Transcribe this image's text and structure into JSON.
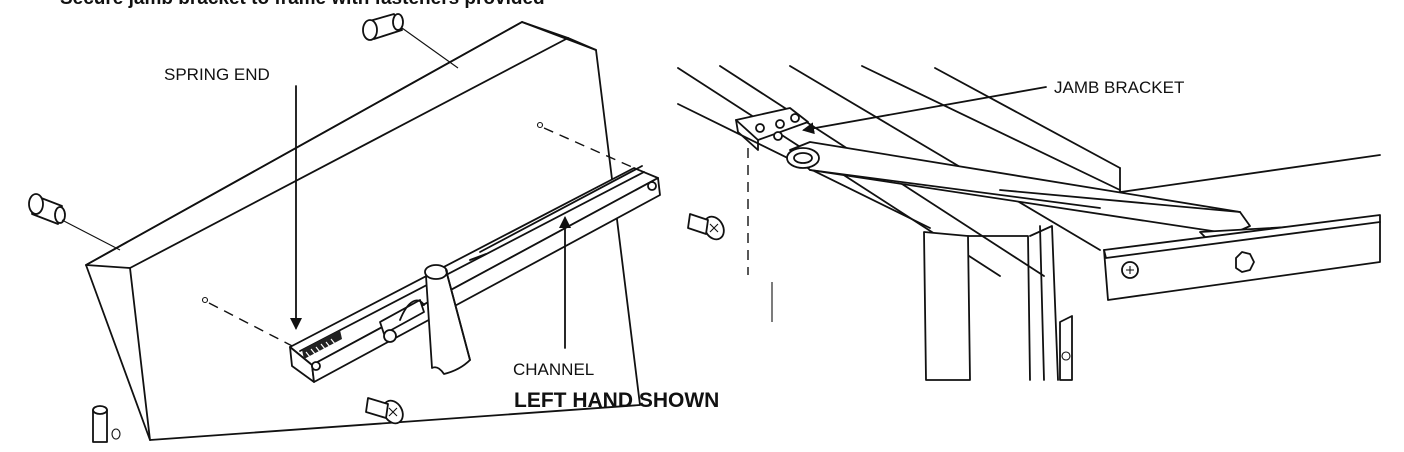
{
  "page": {
    "top_text": "Secure jamb bracket to frame with fasteners provided"
  },
  "callouts": {
    "spring_end": "SPRING END",
    "jamb_bracket": "JAMB BRACKET",
    "channel": "CHANNEL"
  },
  "caption": "LEFT HAND SHOWN"
}
